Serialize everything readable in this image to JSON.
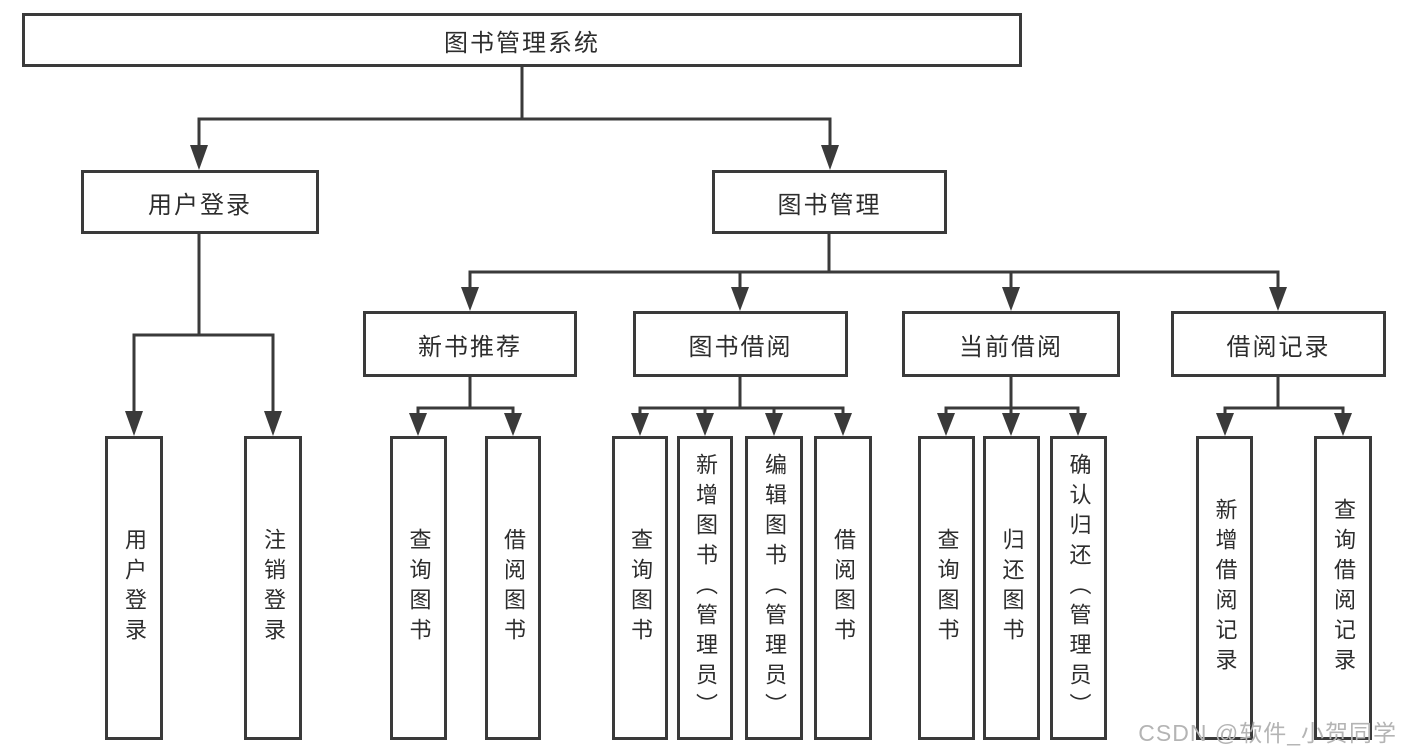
{
  "tree": {
    "label": "图书管理系统",
    "children": [
      {
        "label": "用户登录",
        "children": [
          {
            "label": "用户登录"
          },
          {
            "label": "注销登录"
          }
        ]
      },
      {
        "label": "图书管理",
        "children": [
          {
            "label": "新书推荐",
            "children": [
              {
                "label": "查询图书"
              },
              {
                "label": "借阅图书"
              }
            ]
          },
          {
            "label": "图书借阅",
            "children": [
              {
                "label": "查询图书"
              },
              {
                "label": "新增图书（管理员）"
              },
              {
                "label": "编辑图书（管理员）"
              },
              {
                "label": "借阅图书"
              }
            ]
          },
          {
            "label": "当前借阅",
            "children": [
              {
                "label": "查询图书"
              },
              {
                "label": "归还图书"
              },
              {
                "label": "确认归还（管理员）"
              }
            ]
          },
          {
            "label": "借阅记录",
            "children": [
              {
                "label": "新增借阅记录"
              },
              {
                "label": "查询借阅记录"
              }
            ]
          }
        ]
      }
    ]
  },
  "colors": {
    "line": "#3a3a3a",
    "text": "#2d2d2d",
    "watermark_gray": "#b4b4b4",
    "background": "#ffffff"
  },
  "watermark": "CSDN @软件_小贺同学"
}
